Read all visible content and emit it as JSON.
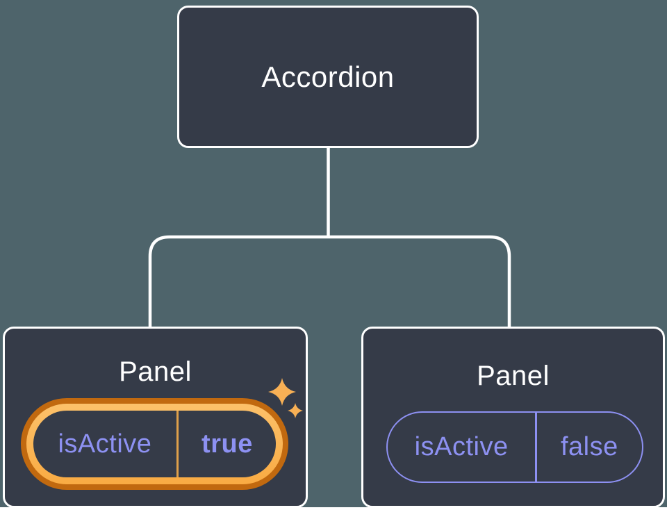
{
  "canvas": {
    "background": "#4e646b",
    "bottom_edge_color": "#ffffff"
  },
  "colors": {
    "node_background": "#353b48",
    "node_border": "#ffffff",
    "connector": "#ffffff",
    "prop_text_purple": "#8d91f2",
    "prop_border_purple": "#8d90f2",
    "highlight_ring_outer": "#c1690f",
    "highlight_ring_gold": "#fab458",
    "highlight_divider": "#dfa04a",
    "sparkle_gold": "#f8b055",
    "title_text": "#ffffff"
  },
  "diagram": {
    "root": {
      "label": "Accordion"
    },
    "children": [
      {
        "label": "Panel",
        "prop_name": "isActive",
        "prop_value": "true",
        "highlighted": true
      },
      {
        "label": "Panel",
        "prop_name": "isActive",
        "prop_value": "false",
        "highlighted": false
      }
    ]
  }
}
